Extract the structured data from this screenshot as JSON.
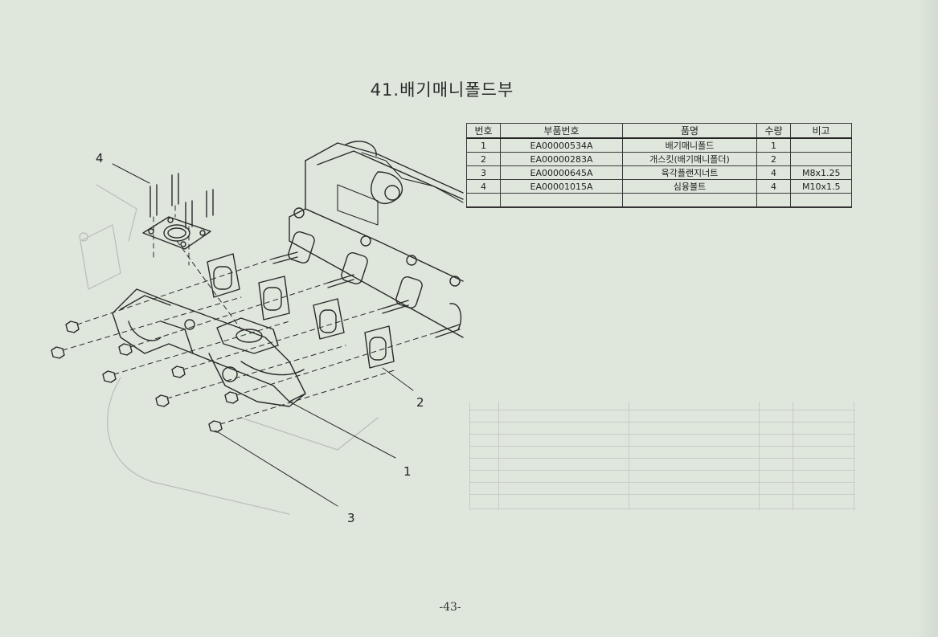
{
  "document": {
    "title": "41.배기매니폴드부",
    "page_number": "-43-"
  },
  "table": {
    "headers": [
      "번호",
      "부품번호",
      "품명",
      "수량",
      "비고"
    ],
    "rows": [
      [
        "1",
        "EA00000534A",
        "배기매니폴드",
        "1",
        ""
      ],
      [
        "2",
        "EA00000283A",
        "개스킷(배기매니폴더)",
        "2",
        ""
      ],
      [
        "3",
        "EA00000645A",
        "육각플랜지너트",
        "4",
        "M8x1.25"
      ],
      [
        "4",
        "EA00001015A",
        "심융볼트",
        "4",
        "M10x1.5"
      ]
    ]
  },
  "callouts": {
    "c1": "1",
    "c2": "2",
    "c3": "3",
    "c4": "4"
  }
}
